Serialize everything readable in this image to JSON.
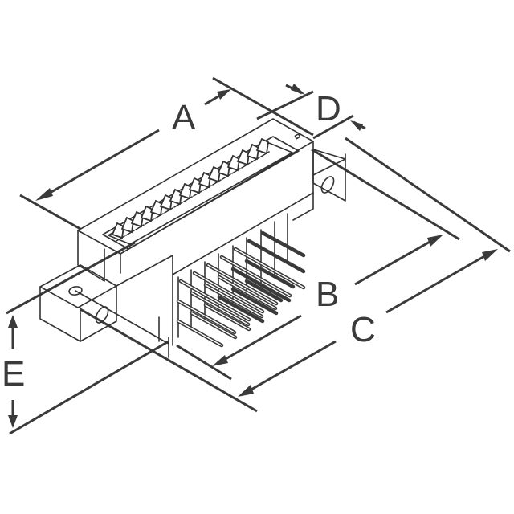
{
  "diagram": {
    "subject": "right-angle connector isometric dimension drawing",
    "line_color": "#3a3a3a",
    "background": "#ffffff",
    "dimension_labels": {
      "A": "A",
      "B": "B",
      "C": "C",
      "D": "D",
      "E": "E"
    },
    "contact_count_visible": 16,
    "pin_rows_visible": 3
  }
}
